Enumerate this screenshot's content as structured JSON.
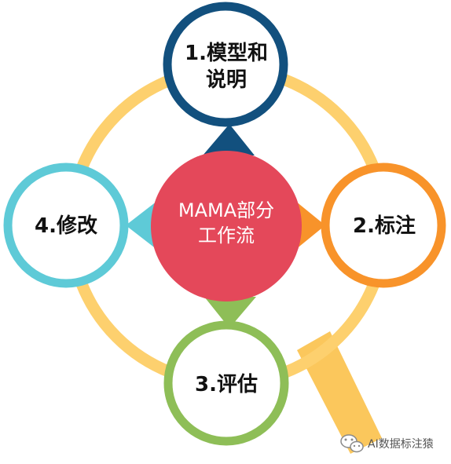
{
  "center": {
    "line1": "MAMA部分",
    "line2": "工作流",
    "color": "#e4485a"
  },
  "steps": [
    {
      "line1": "1.模型和",
      "line2": "说明",
      "color": "#12507e"
    },
    {
      "line1": "2.标注",
      "color": "#f8932a"
    },
    {
      "line1": "3.评估",
      "color": "#8ebe57"
    },
    {
      "line1": "4.修改",
      "color": "#5ecad7"
    }
  ],
  "ring_color": "#fdd06e",
  "handle_color": "#fbc75c",
  "watermark": {
    "text": "AI数据标注猿",
    "icon": "wechat-icon"
  }
}
